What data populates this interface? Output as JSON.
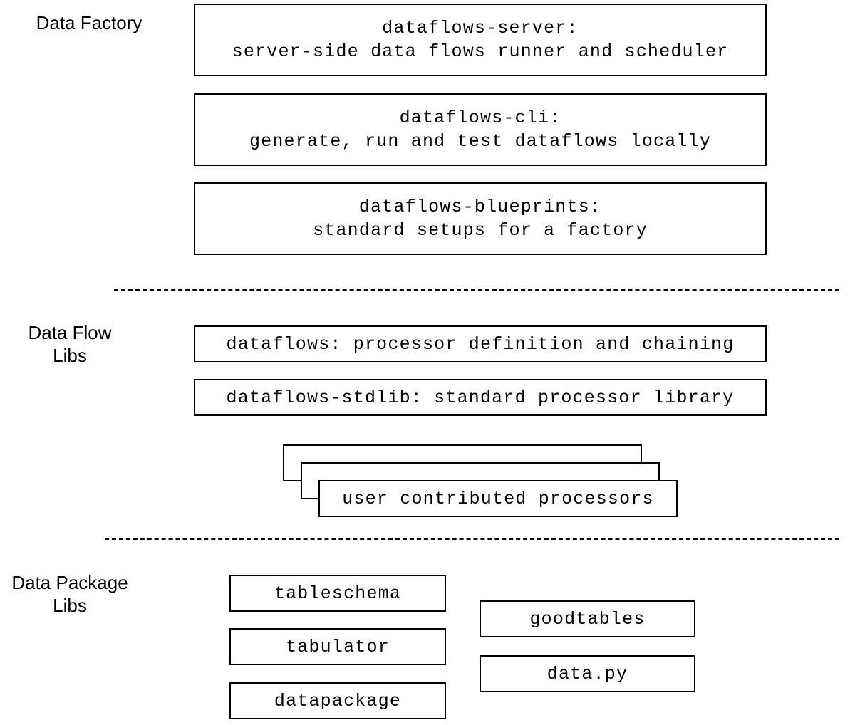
{
  "sections": {
    "data_factory": {
      "label": "Data Factory"
    },
    "data_flow_libs": {
      "label": "Data Flow\nLibs"
    },
    "data_package_libs": {
      "label": "Data Package\nLibs"
    }
  },
  "factory_boxes": {
    "server": {
      "name": "dataflows-server:",
      "desc": "server-side data flows runner and scheduler"
    },
    "cli": {
      "name": "dataflows-cli:",
      "desc": "generate, run and test dataflows locally"
    },
    "blueprints": {
      "name": "dataflows-blueprints:",
      "desc": "standard setups for a factory"
    }
  },
  "flow_boxes": {
    "dataflows": "dataflows: processor definition and chaining",
    "stdlib": "dataflows-stdlib: standard processor library",
    "user_contributed": "user contributed processors"
  },
  "package_boxes": {
    "tableschema": "tableschema",
    "tabulator": "tabulator",
    "datapackage": "datapackage",
    "goodtables": "goodtables",
    "data_py": "data.py"
  }
}
